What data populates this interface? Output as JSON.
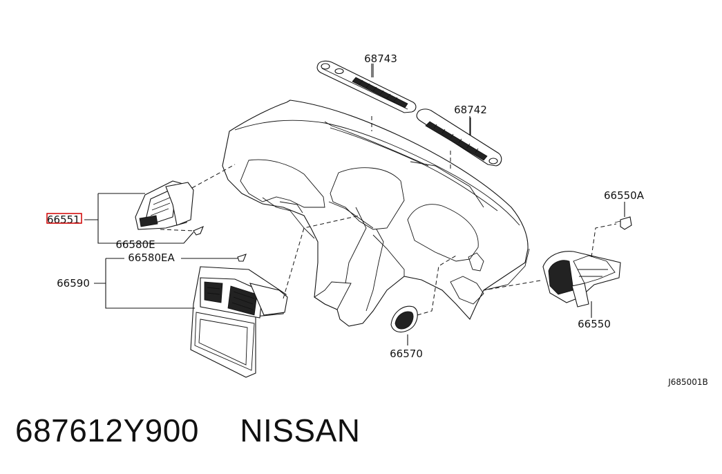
{
  "callouts": {
    "p68743": "68743",
    "p68742": "68742",
    "p66550A": "66550A",
    "p66551": "66551",
    "p66580E": "66580E",
    "p66580EA": "66580EA",
    "p66590": "66590",
    "p66570": "66570",
    "p66550": "66550"
  },
  "reference_code": "J685001B",
  "footer": {
    "part_number": "687612Y900",
    "brand": "NISSAN"
  },
  "highlight_color": "#d00000"
}
